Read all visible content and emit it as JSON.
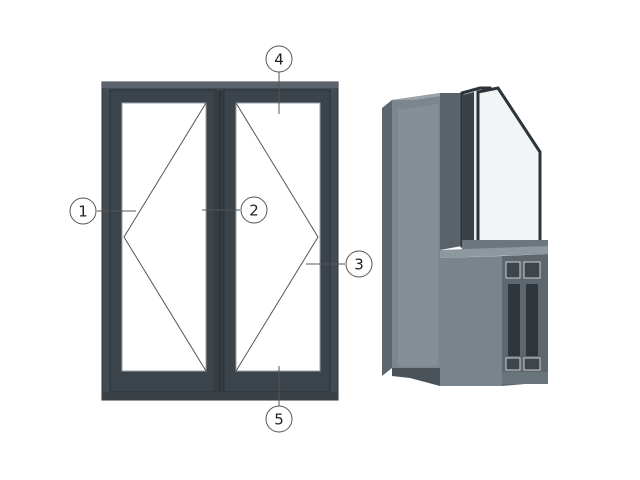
{
  "diagram": {
    "callouts": [
      {
        "id": "1",
        "label": "1"
      },
      {
        "id": "2",
        "label": "2"
      },
      {
        "id": "3",
        "label": "3"
      },
      {
        "id": "4",
        "label": "4"
      },
      {
        "id": "5",
        "label": "5"
      }
    ]
  },
  "colors": {
    "frame": "#434b53",
    "frame_edge": "#2f353b",
    "glass": "#ffffff",
    "profile_light": "#8a949c",
    "profile_mid": "#6f7981",
    "profile_dark": "#4f585f",
    "glass_tint": "#dfe7e9",
    "line": "#555555"
  }
}
